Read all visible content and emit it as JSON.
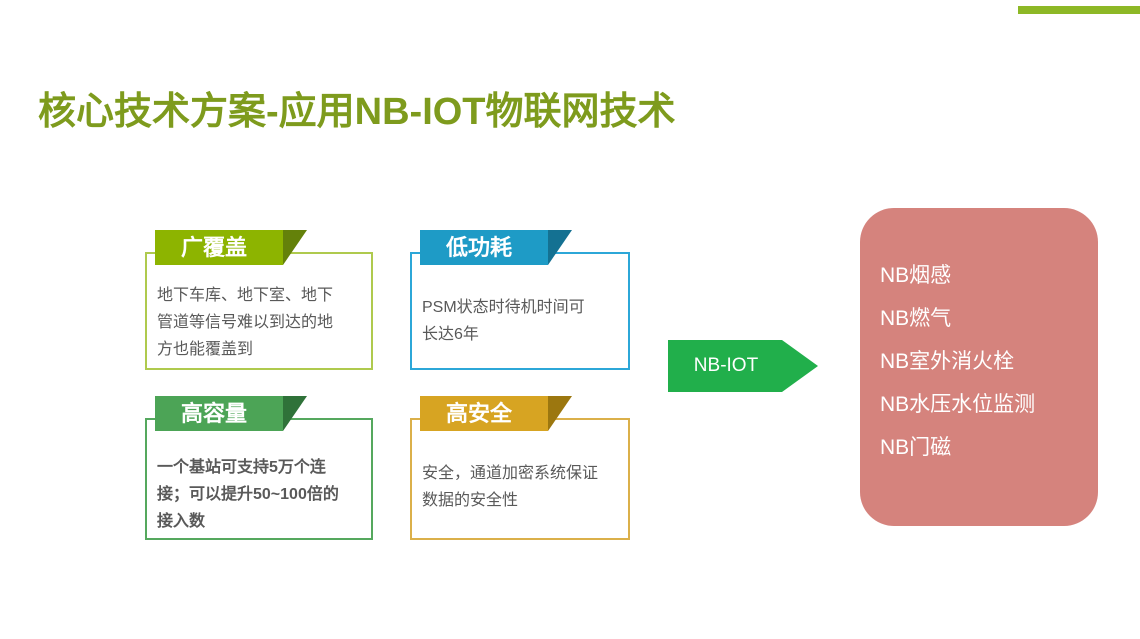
{
  "page": {
    "title": "核心技术方案-应用NB-IOT物联网技术"
  },
  "cards": [
    {
      "header": "广覆盖",
      "body": "地下车库、地下室、地下管道等信号难以到达的地方也能覆盖到"
    },
    {
      "header": "低功耗",
      "body": "PSM状态时待机时间可长达6年"
    },
    {
      "header": "高容量",
      "body": "一个基站可支持5万个连接；可以提升50~100倍的接入数"
    },
    {
      "header": "高安全",
      "body": "安全，通道加密系统保证数据的安全性"
    }
  ],
  "arrow": {
    "label": "NB-IOT"
  },
  "applications": {
    "items": [
      "NB烟感",
      "NB燃气",
      "NB室外消火栓",
      "NB水压水位监测",
      "NB门磁"
    ]
  },
  "colors": {
    "title": "#7E9B1D",
    "topbar": "#8DB826",
    "body_text": "#595959",
    "c1": "#8DB400",
    "c1_fold": "#64810A",
    "c1_border": "#AFCA4E",
    "c2": "#1E9BC6",
    "c2_fold": "#147192",
    "c2_border": "#2CA7D8",
    "c3": "#4CA456",
    "c3_fold": "#2F7239",
    "c3_border": "#55A85E",
    "c4": "#D7A422",
    "c4_fold": "#9C770F",
    "c4_border": "#DBB04A",
    "arrow": "#21AF4B",
    "panel": "#D5837D"
  }
}
